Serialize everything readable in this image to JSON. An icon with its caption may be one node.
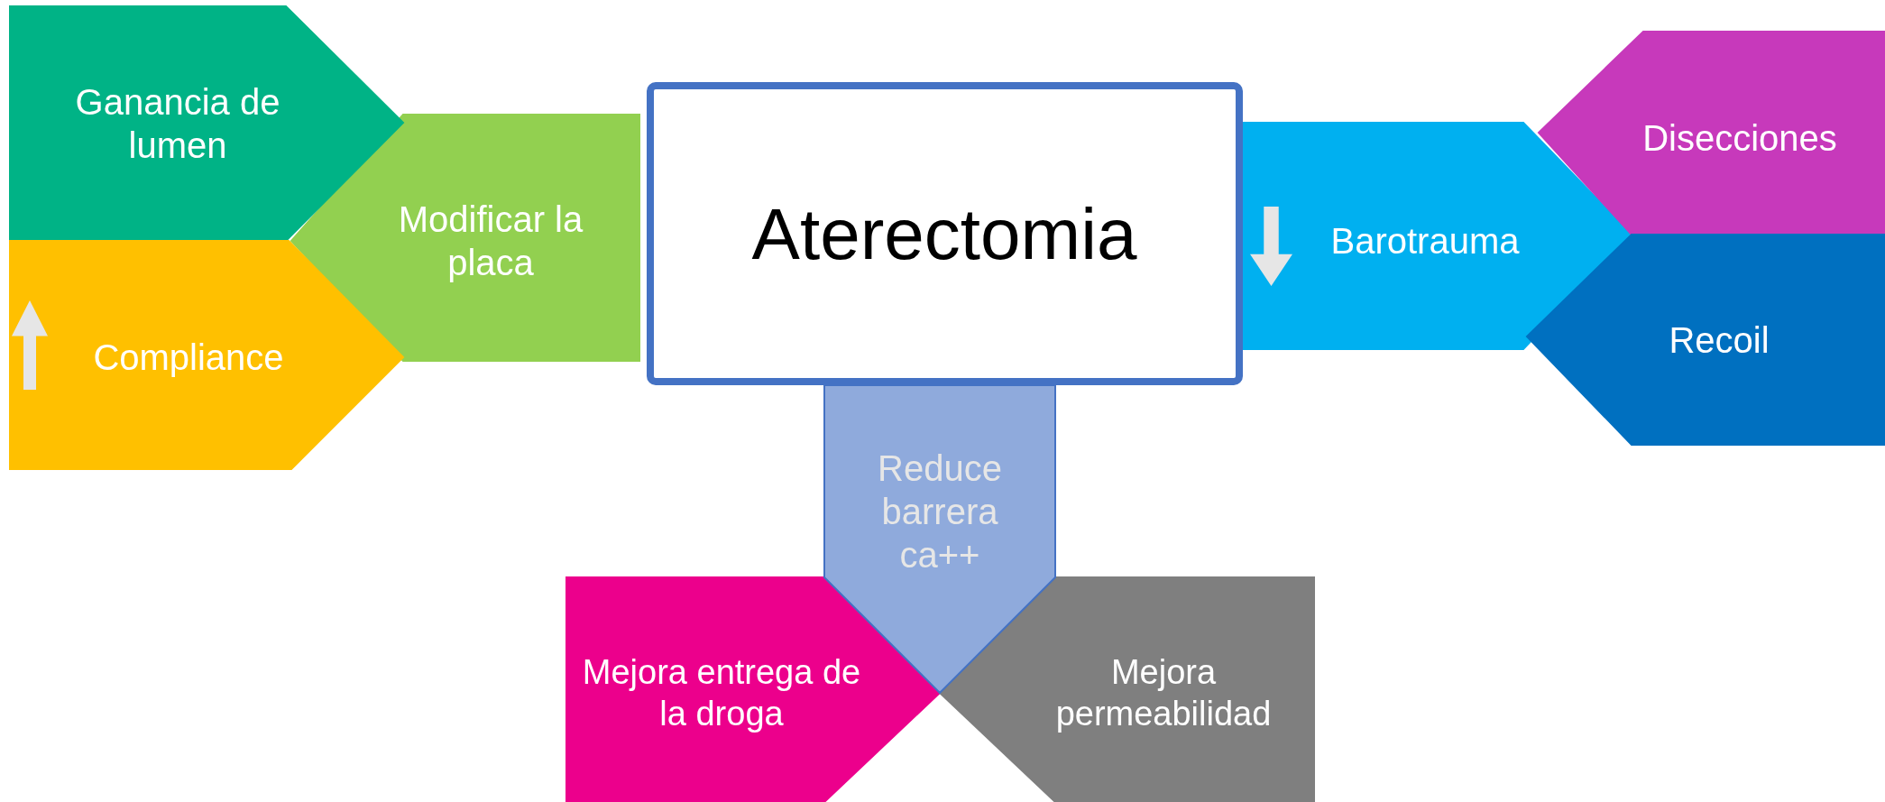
{
  "diagram": {
    "nodes": [
      {
        "text": [
          "Ganancia de lumen"
        ]
      },
      {
        "text": [
          "Modificar la placa"
        ]
      },
      {
        "text": [
          "Aterectomia"
        ]
      },
      {
        "text": [
          "Barotrauma"
        ]
      },
      {
        "text": [
          "Disecciones"
        ]
      },
      {
        "text": [
          "Recoil"
        ]
      },
      {
        "text": [
          "Compliance"
        ]
      },
      {
        "text": [
          "Reduce barrera ca++"
        ]
      },
      {
        "text": [
          "Mejora entrega de la droga"
        ]
      },
      {
        "text": [
          "Mejora permeabilidad"
        ]
      }
    ]
  }
}
